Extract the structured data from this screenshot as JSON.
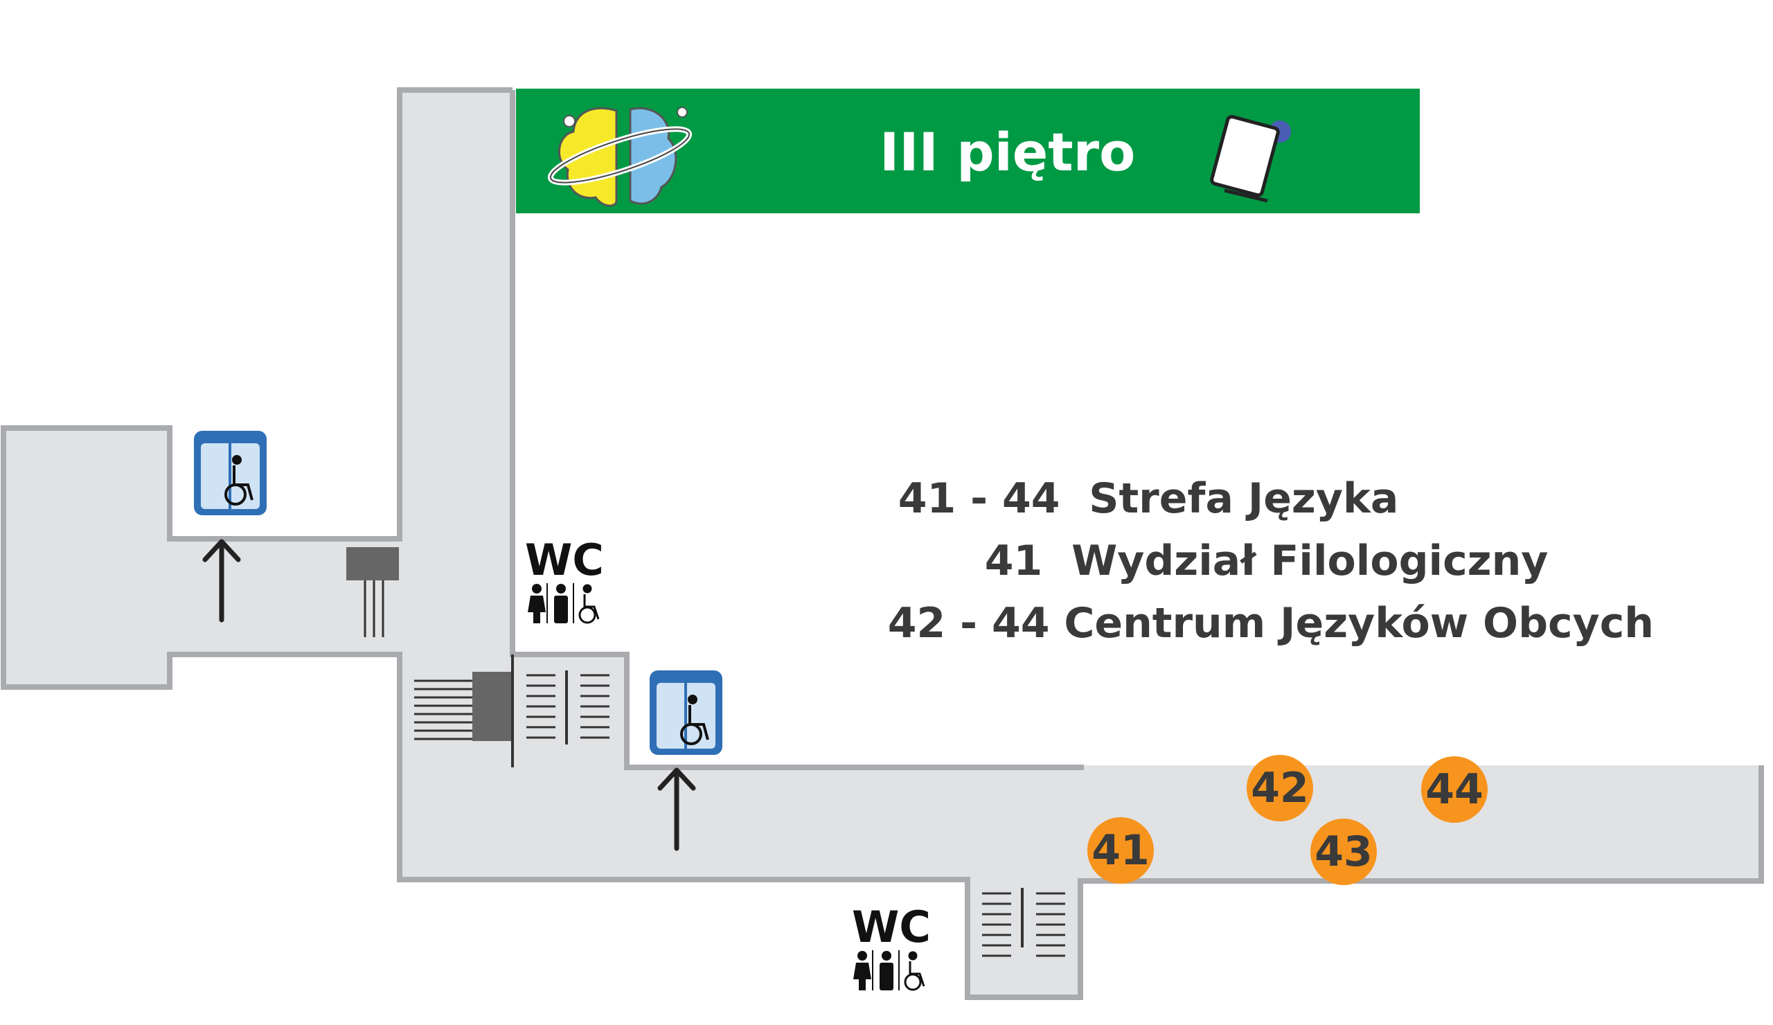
{
  "header": {
    "title": "III piętro",
    "background_color": "#009a44",
    "left_icon": "brain-planet-logo-icon",
    "right_icon": "book-icon"
  },
  "legend": {
    "line1_range": "41 - 44",
    "line1_label": "Strefa Języka",
    "line2_range": "41",
    "line2_label": "Wydział Filologiczny",
    "line3_range": "42 - 44",
    "line3_label": "Centrum Języków Obcych"
  },
  "restrooms": [
    {
      "label": "WC",
      "icons": [
        "woman-icon",
        "man-icon",
        "wheelchair-icon"
      ]
    },
    {
      "label": "WC",
      "icons": [
        "woman-icon",
        "man-icon",
        "wheelchair-icon"
      ]
    }
  ],
  "elevators": [
    {
      "icon": "accessible-elevator-icon"
    },
    {
      "icon": "accessible-elevator-icon"
    }
  ],
  "rooms": [
    {
      "number": "41"
    },
    {
      "number": "42"
    },
    {
      "number": "43"
    },
    {
      "number": "44"
    }
  ],
  "colors": {
    "floor": "#e1e2e4",
    "wall": "#a9abae",
    "room_badge": "#f7941d",
    "elevator": "#2f6fb5"
  }
}
